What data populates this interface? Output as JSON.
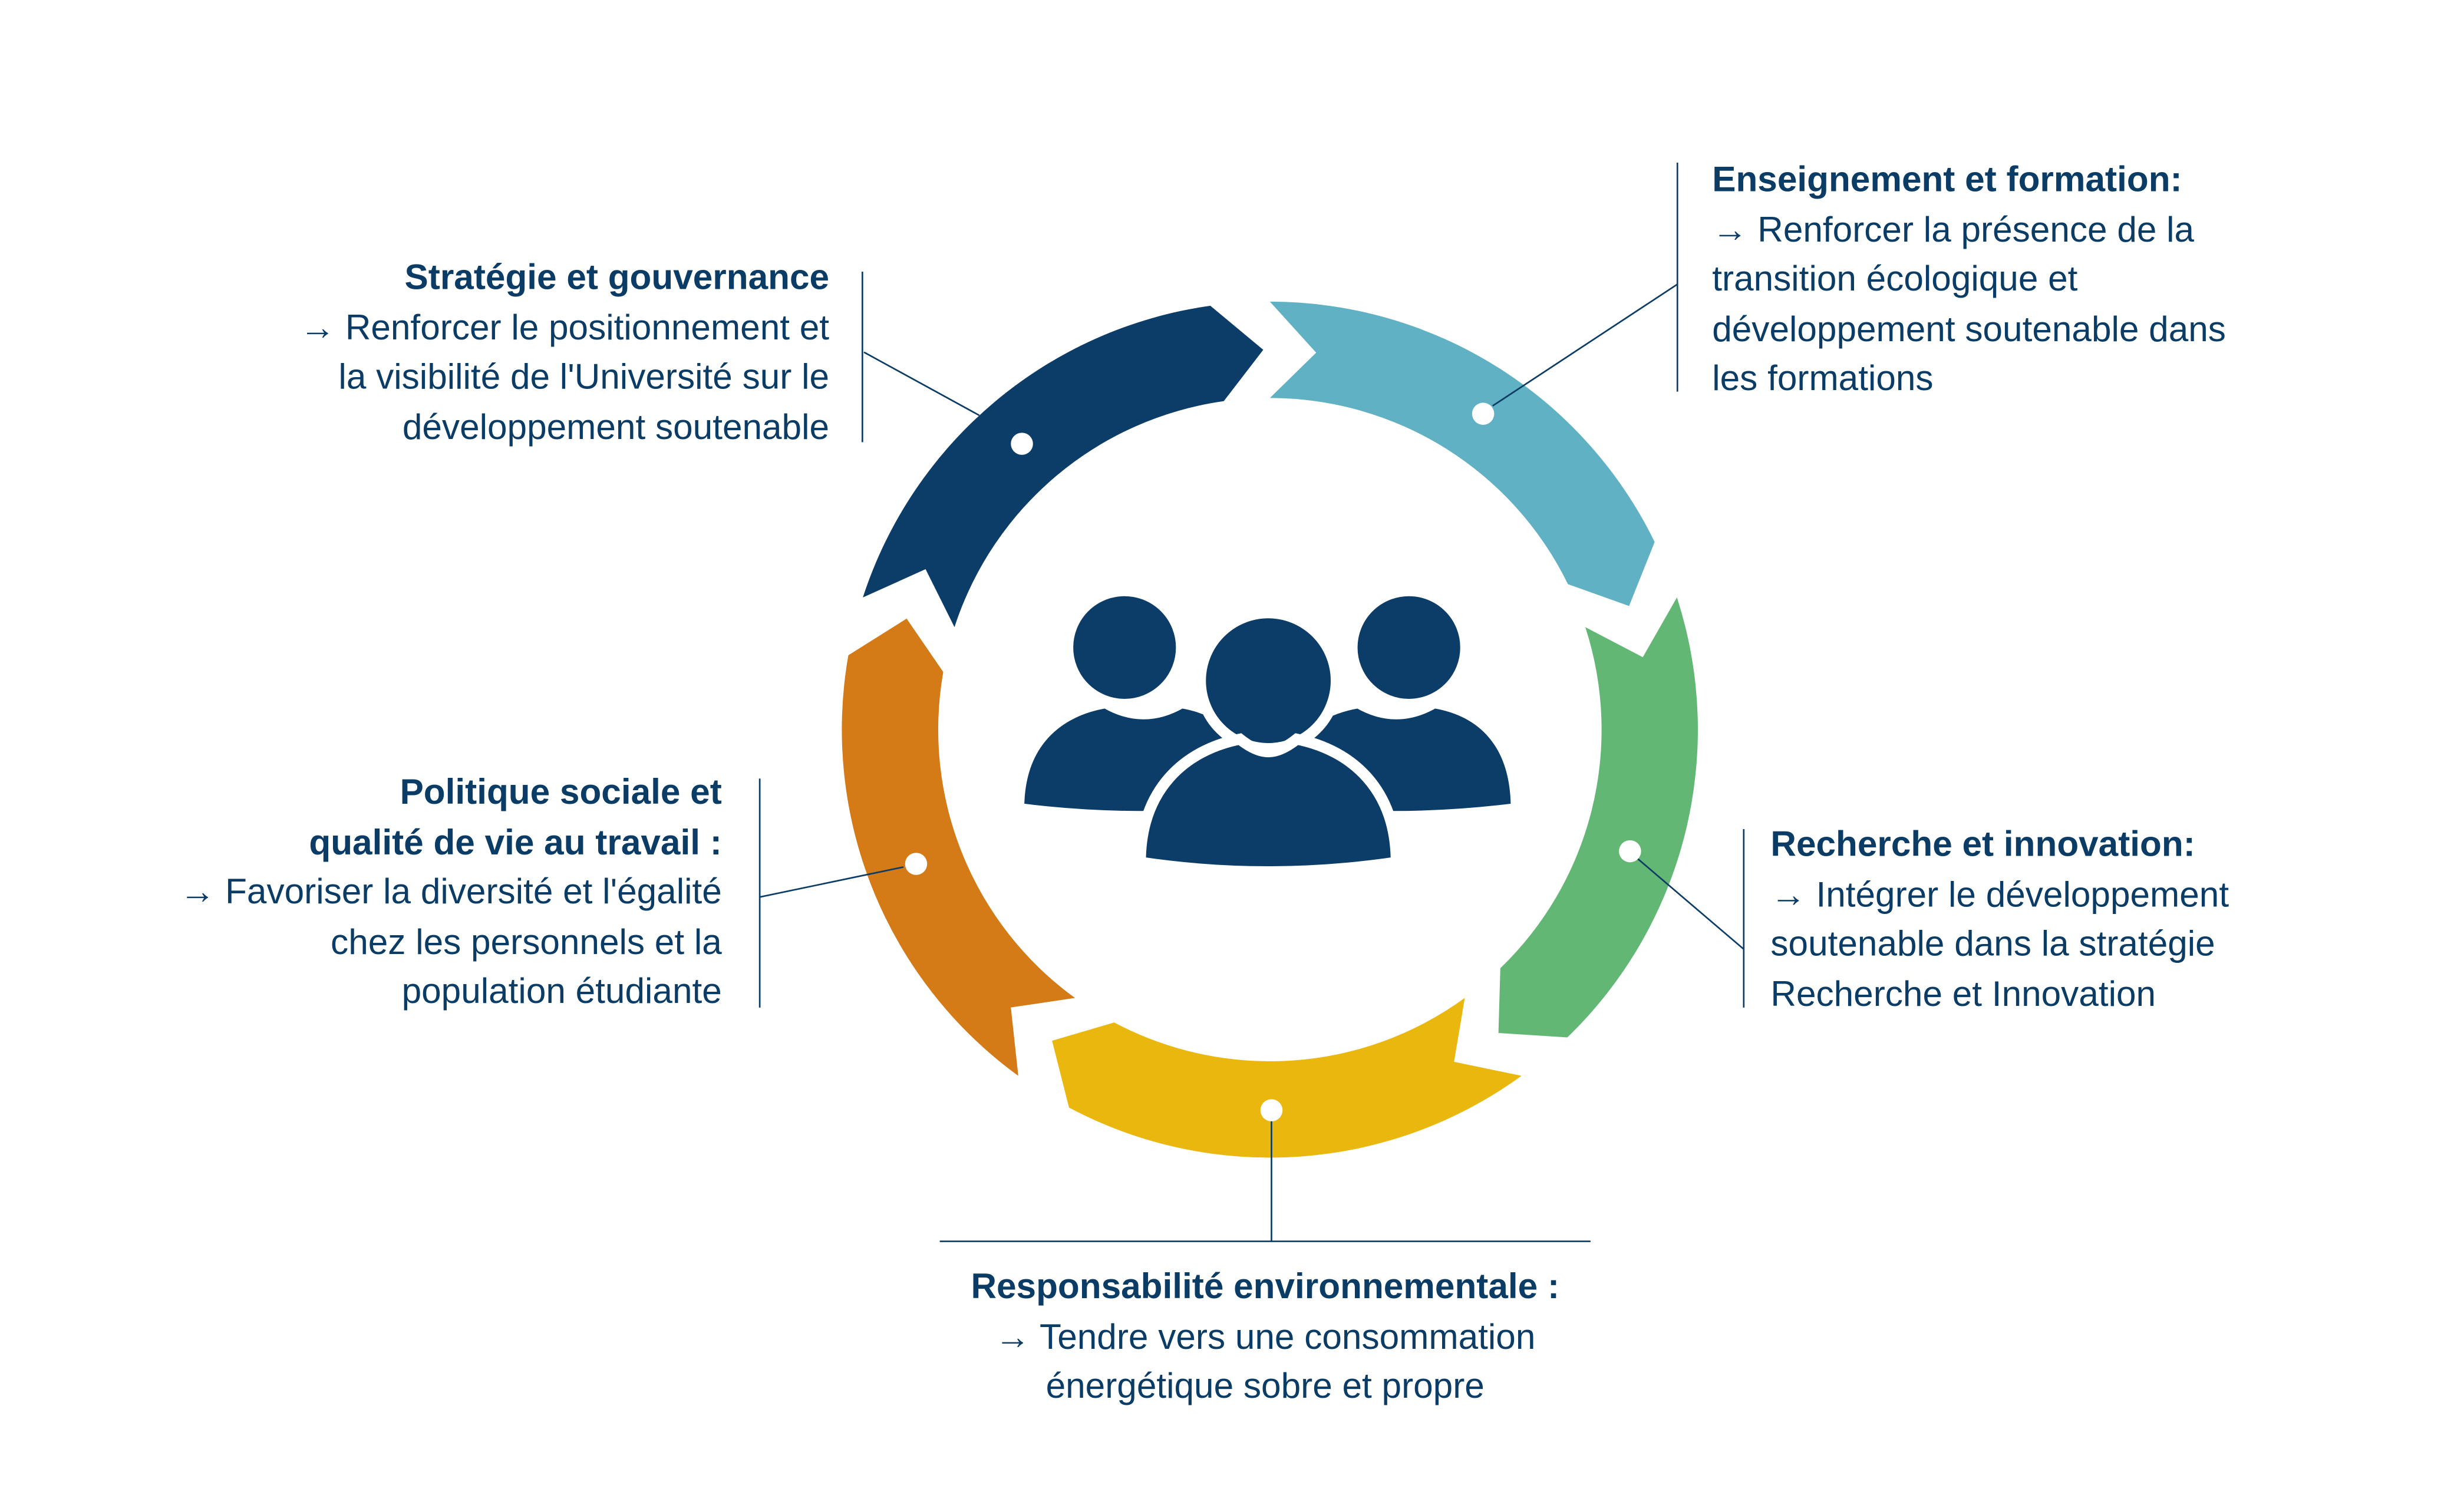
{
  "colors": {
    "text": "#0b3c66",
    "strategie": "#0c3c68",
    "enseignement": "#5fb1c3",
    "recherche": "#63b774",
    "responsabilite": "#eab70f",
    "politique": "#d47a16",
    "people": "#0c3c68"
  },
  "center_icon": "people-group-icon",
  "blocks": {
    "strategie": {
      "title": "Stratégie et gouvernance",
      "lines": [
        "→ Renforcer le positionnement et",
        "la visibilité de l'Université sur le",
        "développement soutenable"
      ]
    },
    "enseignement": {
      "title": "Enseignement et formation:",
      "lines": [
        "→ Renforcer la présence de la",
        "transition écologique et",
        "développement soutenable dans",
        "les formations"
      ]
    },
    "recherche": {
      "title": "Recherche et innovation:",
      "lines": [
        "→ Intégrer le développement",
        "soutenable dans la stratégie",
        "Recherche et Innovation"
      ]
    },
    "responsabilite": {
      "title": "Responsabilité environnementale :",
      "lines": [
        "→ Tendre vers une consommation",
        "énergétique sobre et propre"
      ]
    },
    "politique": {
      "title_lines": [
        "Politique sociale et",
        "qualité de vie au travail :"
      ],
      "lines": [
        "→ Favoriser la diversité et l'égalité",
        "chez les personnels et la",
        "population étudiante"
      ]
    }
  }
}
